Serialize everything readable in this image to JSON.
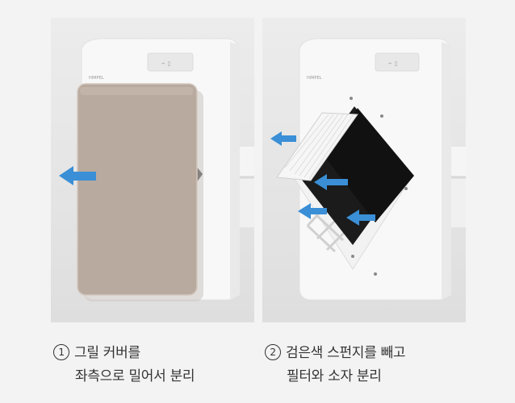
{
  "steps": [
    {
      "number": "1",
      "line1": "그릴 커버를",
      "line2": "좌측으로 밀어서 분리"
    },
    {
      "number": "2",
      "line1": "검은색 스펀지를 빼고",
      "line2": "필터와 소자 분리"
    }
  ],
  "device": {
    "brand_label": "HIMPEL"
  },
  "colors": {
    "arrow": "#3a8fd6",
    "cover": "#b8a99e",
    "sponge": "#141414",
    "device_body": "#f7f7f7"
  }
}
